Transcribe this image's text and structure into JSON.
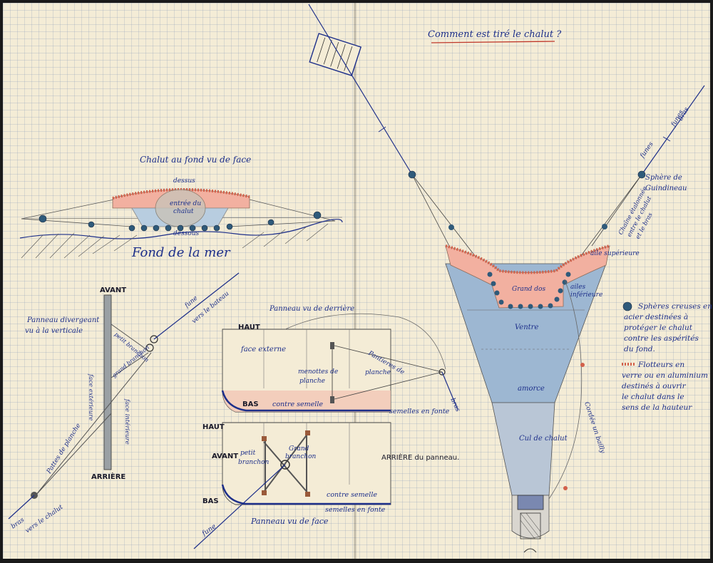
{
  "title": "Comment est tiré le chalut ?",
  "front_view": {
    "caption": "Chalut au fond vu de face",
    "labels": {
      "top": "dessus",
      "entrance_1": "entrée du",
      "entrance_2": "chalut",
      "bottom": "dessous"
    },
    "seabed": "Fond de la mer"
  },
  "trawl_top": {
    "cable_labels": {
      "fune_left": "funes",
      "fune_right_1": "funes",
      "fune_right_2": "bras"
    },
    "sphere_1": "Sphère de",
    "sphere_2": "Guindineau",
    "wing_notes": [
      "Chaîne étalonnée",
      "entre le chalut",
      "et le bras"
    ],
    "upper_wing": "aile supérieure",
    "lower_wing": [
      "ailes",
      "inférieure"
    ],
    "square": "Grand dos",
    "belly": "Ventre",
    "extension": "amorce",
    "codend": "Cul de chalut",
    "hauling_rope": "Cordée un bailly"
  },
  "legend": {
    "spheres": [
      "Sphères creuses en",
      "acier destinées à",
      "protéger le chalut",
      "contre les aspérités",
      "du fond."
    ],
    "floats": [
      "Flotteurs en",
      "verre ou en aluminium",
      "destinés à ouvrir",
      "le chalut dans le",
      "sens de la hauteur"
    ]
  },
  "side_board": {
    "front_label": "AVANT",
    "rear_label": "ARRIÈRE",
    "caption_1": "Panneau divergeant",
    "caption_2": "vu à la verticale",
    "small_bracket": "petit branchon",
    "large_bracket": "grand branchon",
    "outer_face": "face extérieure",
    "inner_face": "face intérieure",
    "strap": "Pattes de planche",
    "fune_1": "fune",
    "fune_2": "vers le bateau",
    "bras_1": "bras",
    "bras_2": "vers le chalut"
  },
  "rear_board": {
    "caption": "Panneau vu de derrière",
    "top": "HAUT",
    "bottom": "BAS",
    "outer_face": "face externe",
    "post": [
      "menottes de",
      "planche"
    ],
    "straps": [
      "Pantieres de",
      "planche"
    ],
    "counter_sole": "contre semelle",
    "soles": "semelles en fonte",
    "bras": "bras"
  },
  "front_board": {
    "caption": "Panneau vu de face",
    "top": "HAUT",
    "bottom": "BAS",
    "front": "AVANT",
    "rear": "ARRIÈRE du panneau.",
    "small_bracket_1": "petit",
    "small_bracket_2": "branchon",
    "large_bracket_1": "Grand",
    "large_bracket_2": "branchon",
    "counter_sole": "contre semelle",
    "soles": "semelles en fonte",
    "fune": "fune"
  },
  "colors": {
    "paper": "#f4ecd6",
    "ink_blue": "#1d2f8a",
    "red_pencil": "#d2604a",
    "blue_pencil": "#7f9fc4",
    "sphere": "#2f5a7a"
  }
}
